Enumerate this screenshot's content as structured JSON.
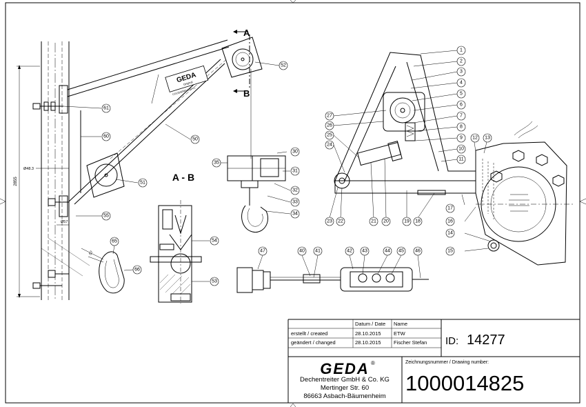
{
  "section": {
    "marker_a": "A",
    "marker_b": "B",
    "view_label": "A - B"
  },
  "dimensions": {
    "height": "2855",
    "diameter_1": "Ø48.3",
    "diameter_2": "Ø57",
    "gap": "57"
  },
  "arm_plate": {
    "brand": "GEDA",
    "sub": "Original",
    "model": "CGOSS0NH 200 V1"
  },
  "callouts": {
    "c1": "1",
    "c2": "2",
    "c3": "3",
    "c4": "4",
    "c5": "5",
    "c6": "6",
    "c7": "7",
    "c8": "8",
    "c9": "9",
    "c10": "10",
    "c11": "11",
    "c12": "12",
    "c13": "13",
    "c14": "14",
    "c15": "15",
    "c16": "16",
    "c17": "17",
    "c18": "18",
    "c19": "19",
    "c20": "20",
    "c21": "21",
    "c22": "22",
    "c23": "23",
    "c24": "24",
    "c25": "25",
    "c26": "26",
    "c27": "27",
    "c30": "30",
    "c31": "31",
    "c32": "32",
    "c33": "33",
    "c34": "34",
    "c35": "35",
    "c40": "40",
    "c41": "41",
    "c42": "42",
    "c43": "43",
    "c44": "44",
    "c45": "45",
    "c46": "46",
    "c47": "47",
    "c50": "50",
    "c51": "51",
    "c52": "52",
    "c53": "53",
    "c54": "54",
    "c55": "55",
    "c60": "60",
    "c61": "61",
    "c65": "65",
    "c66": "66"
  },
  "title_block": {
    "col_date": "Datum / Date",
    "col_name": "Name",
    "row1_label": "erstellt / created",
    "row1_date": "28.10.2015",
    "row1_name": "ETW",
    "row2_label": "geändert / changed",
    "row2_date": "28.10.2015",
    "row2_name": "Fischer Stefan",
    "id_label": "ID:",
    "id_value": "14277",
    "logo": "GEDA",
    "logo_mark": "®",
    "company": "Dechentreiter GmbH & Co. KG",
    "street": "Mertinger Str. 60",
    "city": "86663 Asbach-Bäumenheim",
    "drawing_number_label": "Zeichnungsnummer / Drawing number:",
    "drawing_number": "1000014825"
  }
}
